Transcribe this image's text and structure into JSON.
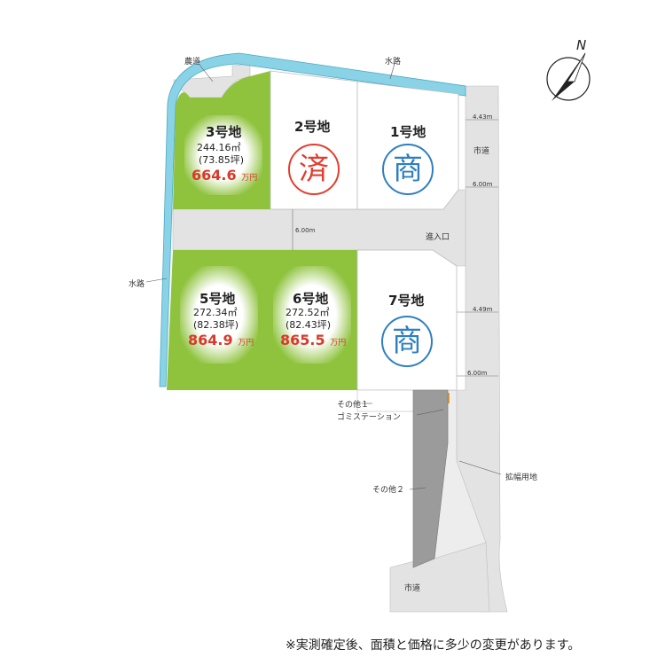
{
  "labels": {
    "farm_road": "農道",
    "waterway_top": "水路",
    "waterway_left": "水路",
    "city_road_right": "市道",
    "city_road_bottom": "市道",
    "entrance": "進入口",
    "widening_land": "拡幅用地",
    "other1": "その他１",
    "garbage_station": "ゴミステーション",
    "other2": "その他２",
    "compass_n": "N"
  },
  "widths": {
    "w_top": "4.43m",
    "w_right1": "6.00m",
    "w_mid": "6.00m",
    "w_right2": "4.49m",
    "w_right3": "6.00m"
  },
  "lots": {
    "lot1": {
      "name": "1号地",
      "stamp": "商"
    },
    "lot2": {
      "name": "2号地",
      "stamp": "済"
    },
    "lot3": {
      "name": "3号地",
      "area_m2": "244.16㎡",
      "area_tsubo": "(73.85坪)",
      "price": "664.6",
      "unit": "万円"
    },
    "lot5": {
      "name": "5号地",
      "area_m2": "272.34㎡",
      "area_tsubo": "(82.38坪)",
      "price": "864.9",
      "unit": "万円"
    },
    "lot6": {
      "name": "6号地",
      "area_m2": "272.52㎡",
      "area_tsubo": "(82.43坪)",
      "price": "865.5",
      "unit": "万円"
    },
    "lot7": {
      "name": "7号地",
      "stamp": "商"
    }
  },
  "footnote": "※実測確定後、面積と価格に多少の変更があります。",
  "colors": {
    "lot_green": "#8fc33e",
    "road_gray": "#e3e3e3",
    "waterway_blue": "#8ad3e6",
    "other2_gray": "#9b9b9b",
    "sold_red": "#e33d2f",
    "nego_blue": "#2e7fc1",
    "price_red": "#d83a2a"
  }
}
